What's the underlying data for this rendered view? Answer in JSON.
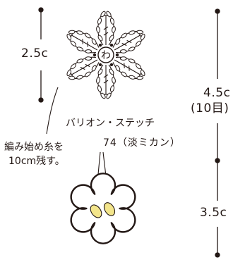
{
  "colors": {
    "ink": "#231815",
    "petal_fill": "#ffffff",
    "french_knot": "#f3e58b"
  },
  "chart_symbol": {
    "ring_label": "わ"
  },
  "dimensions": {
    "chart_height": "2.5c",
    "total_height": "4.5c",
    "total_height_rounds": "(10目)",
    "finished_height": "3.5c"
  },
  "notes": {
    "tail_line1": "編み始め糸を",
    "tail_line2": "10cm残す。",
    "stitch_name": "バリオン・ステッチ",
    "yarn": "74（淡ミカン）"
  }
}
